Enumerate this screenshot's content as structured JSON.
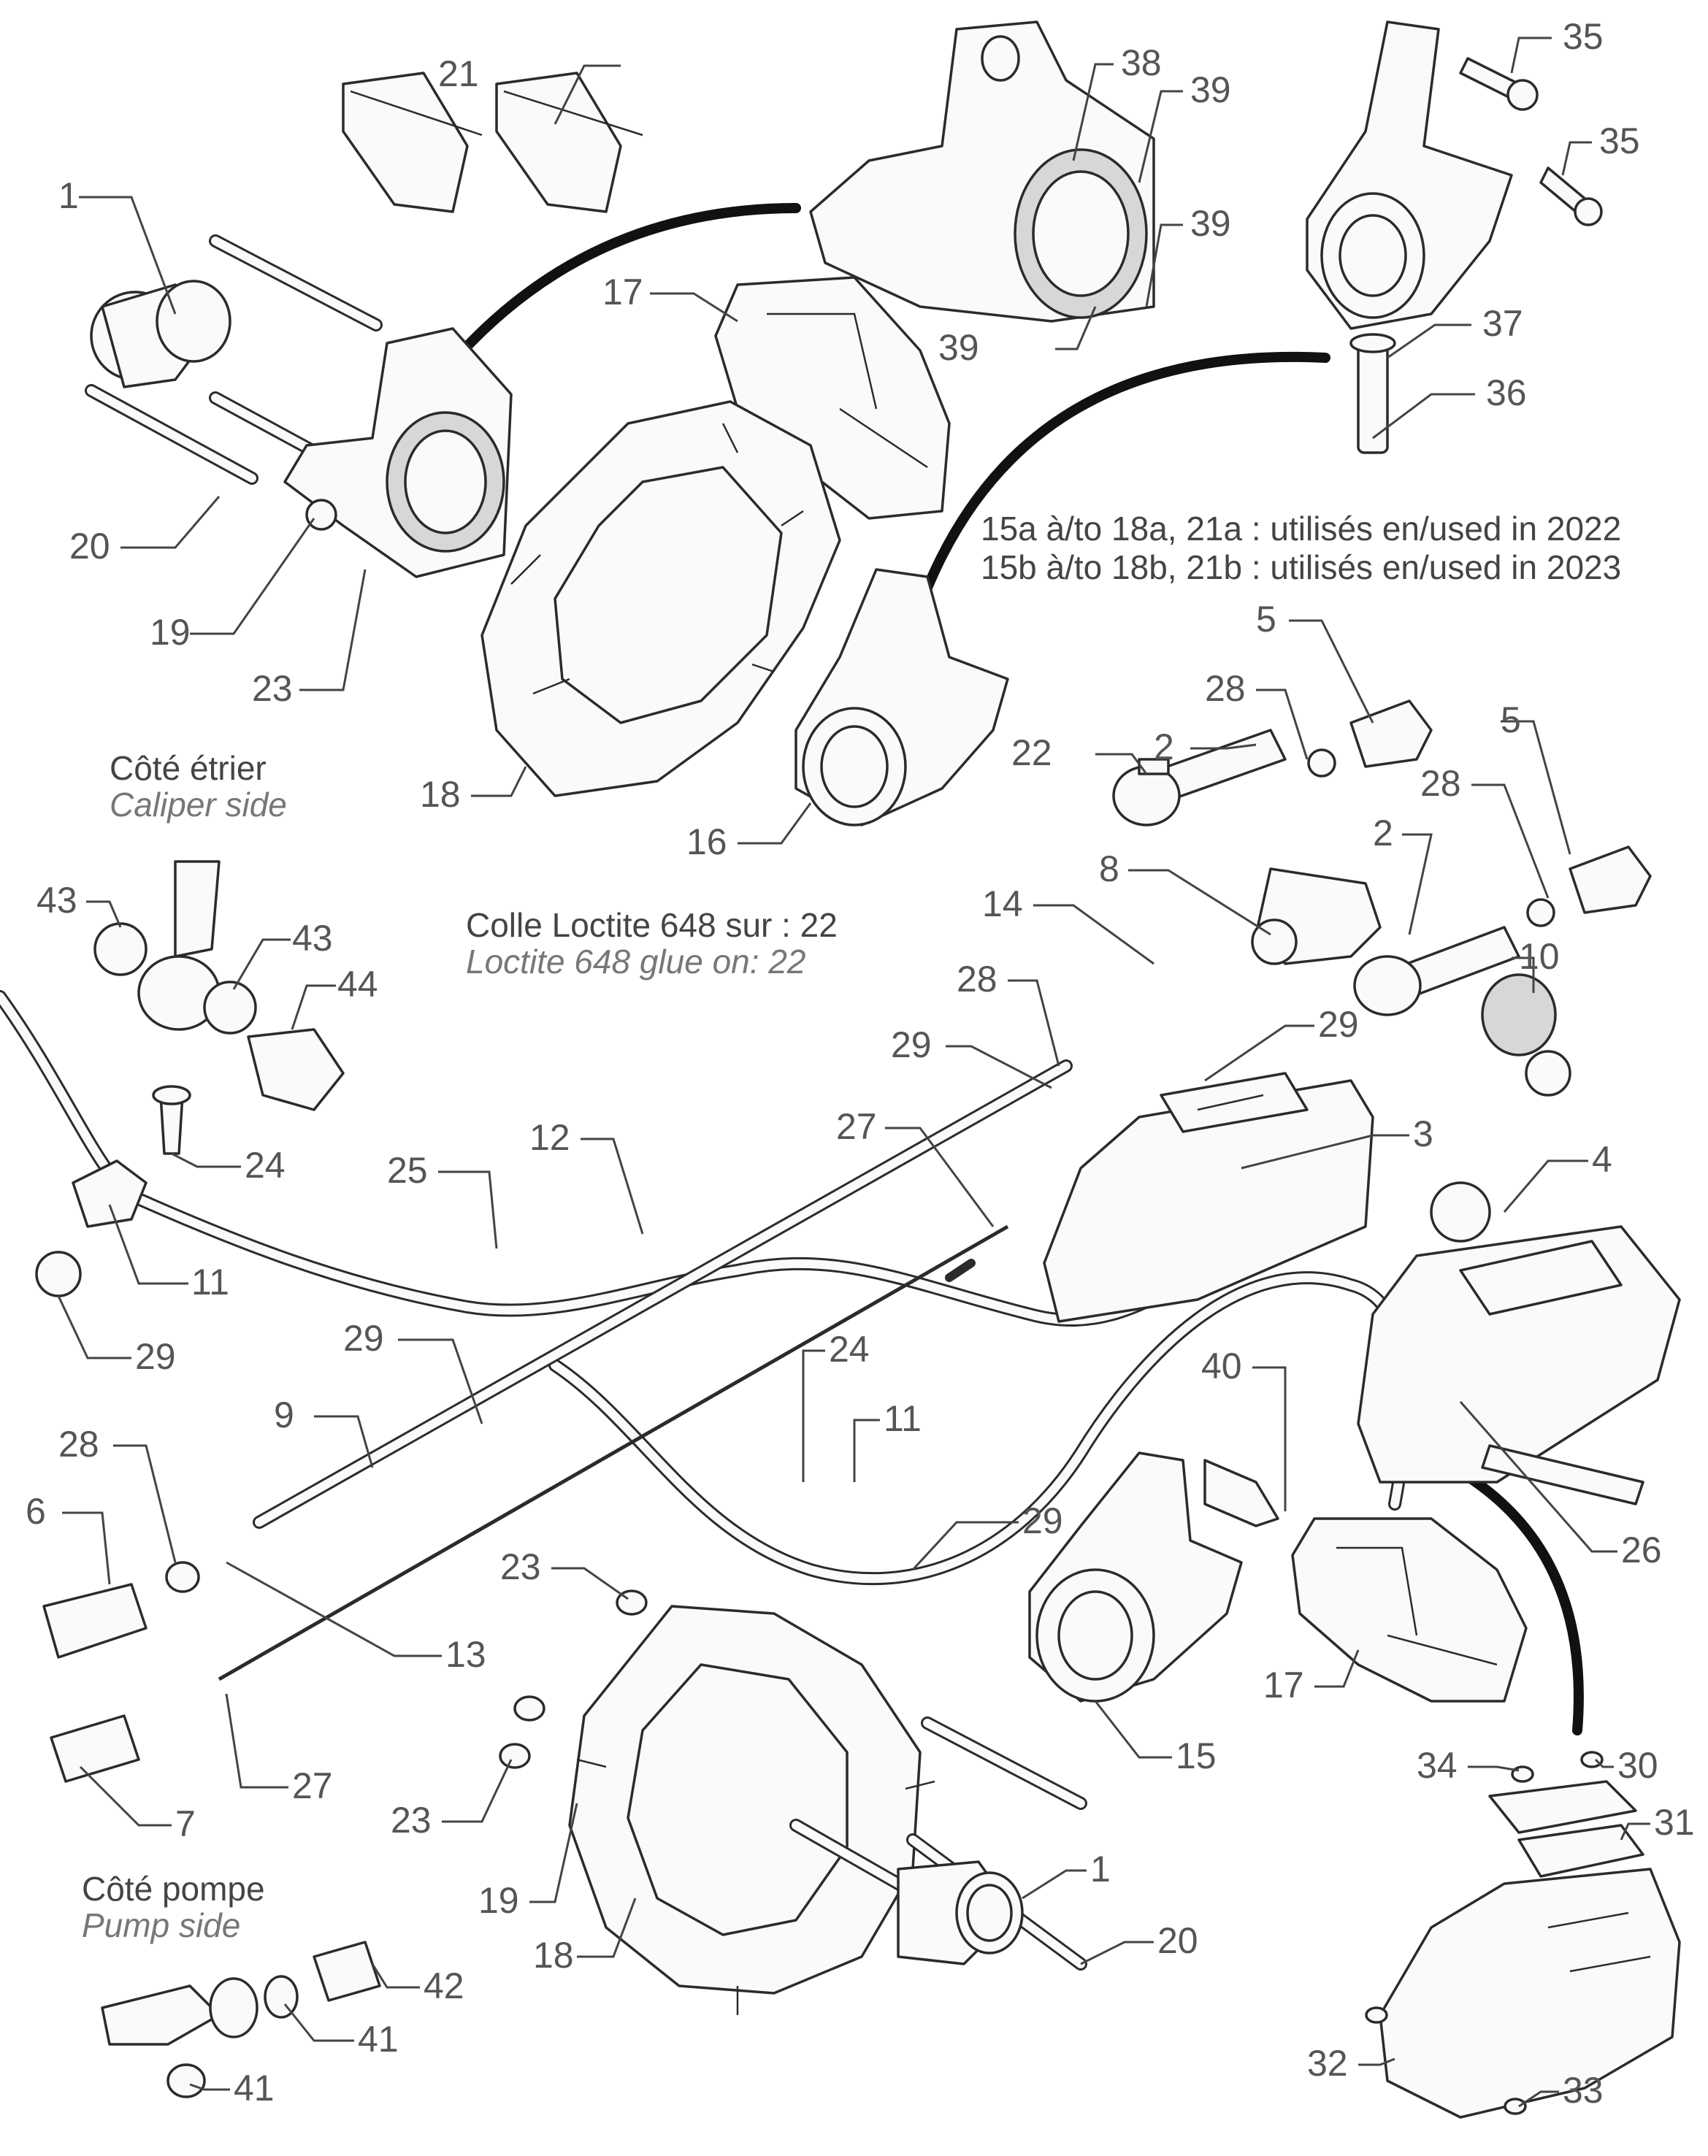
{
  "notes": {
    "caliper_side_fr": "Côté étrier",
    "caliper_side_en": "Caliper side",
    "pump_side_fr": "Côté pompe",
    "pump_side_en": "Pump side",
    "glue_fr": "Colle Loctite 648 sur : 22",
    "glue_en": "Loctite 648 glue on: 22",
    "version_2022": "15a à/to 18a, 21a : utilisés en/used in 2022",
    "version_2023": "15b à/to 18b, 21b : utilisés en/used in 2023"
  },
  "callouts": [
    {
      "id": "c1",
      "text": "1"
    },
    {
      "id": "c21",
      "text": "21"
    },
    {
      "id": "c38",
      "text": "38"
    },
    {
      "id": "c39a",
      "text": "39"
    },
    {
      "id": "c39b",
      "text": "39"
    },
    {
      "id": "c39c",
      "text": "39"
    },
    {
      "id": "c35a",
      "text": "35"
    },
    {
      "id": "c35b",
      "text": "35"
    },
    {
      "id": "c37",
      "text": "37"
    },
    {
      "id": "c36",
      "text": "36"
    },
    {
      "id": "c17a",
      "text": "17"
    },
    {
      "id": "c20a",
      "text": "20"
    },
    {
      "id": "c19a",
      "text": "19"
    },
    {
      "id": "c23a",
      "text": "23"
    },
    {
      "id": "c18a",
      "text": "18"
    },
    {
      "id": "c16",
      "text": "16"
    },
    {
      "id": "c5a",
      "text": "5"
    },
    {
      "id": "c28a",
      "text": "28"
    },
    {
      "id": "c22",
      "text": "22"
    },
    {
      "id": "c2a",
      "text": "2"
    },
    {
      "id": "c5b",
      "text": "5"
    },
    {
      "id": "c28b",
      "text": "28"
    },
    {
      "id": "c2b",
      "text": "2"
    },
    {
      "id": "c8",
      "text": "8"
    },
    {
      "id": "c14",
      "text": "14"
    },
    {
      "id": "c10",
      "text": "10"
    },
    {
      "id": "c43a",
      "text": "43"
    },
    {
      "id": "c43b",
      "text": "43"
    },
    {
      "id": "c44",
      "text": "44"
    },
    {
      "id": "c28c",
      "text": "28"
    },
    {
      "id": "c29a",
      "text": "29"
    },
    {
      "id": "c29b",
      "text": "29"
    },
    {
      "id": "c24a",
      "text": "24"
    },
    {
      "id": "c12",
      "text": "12"
    },
    {
      "id": "c27a",
      "text": "27"
    },
    {
      "id": "c3",
      "text": "3"
    },
    {
      "id": "c25",
      "text": "25"
    },
    {
      "id": "c4",
      "text": "4"
    },
    {
      "id": "c11a",
      "text": "11"
    },
    {
      "id": "c29c",
      "text": "29"
    },
    {
      "id": "c29d",
      "text": "29"
    },
    {
      "id": "c9",
      "text": "9"
    },
    {
      "id": "c24b",
      "text": "24"
    },
    {
      "id": "c40",
      "text": "40"
    },
    {
      "id": "c11b",
      "text": "11"
    },
    {
      "id": "c28d",
      "text": "28"
    },
    {
      "id": "c6",
      "text": "6"
    },
    {
      "id": "c29e",
      "text": "29"
    },
    {
      "id": "c26",
      "text": "26"
    },
    {
      "id": "c23b",
      "text": "23"
    },
    {
      "id": "c13",
      "text": "13"
    },
    {
      "id": "c17b",
      "text": "17"
    },
    {
      "id": "c15",
      "text": "15"
    },
    {
      "id": "c34",
      "text": "34"
    },
    {
      "id": "c30",
      "text": "30"
    },
    {
      "id": "c31",
      "text": "31"
    },
    {
      "id": "c27b",
      "text": "27"
    },
    {
      "id": "c7",
      "text": "7"
    },
    {
      "id": "c23c",
      "text": "23"
    },
    {
      "id": "c1b",
      "text": "1"
    },
    {
      "id": "c19b",
      "text": "19"
    },
    {
      "id": "c20b",
      "text": "20"
    },
    {
      "id": "c42",
      "text": "42"
    },
    {
      "id": "c18b",
      "text": "18"
    },
    {
      "id": "c41a",
      "text": "41"
    },
    {
      "id": "c41b",
      "text": "41"
    },
    {
      "id": "c32",
      "text": "32"
    },
    {
      "id": "c33",
      "text": "33"
    }
  ]
}
